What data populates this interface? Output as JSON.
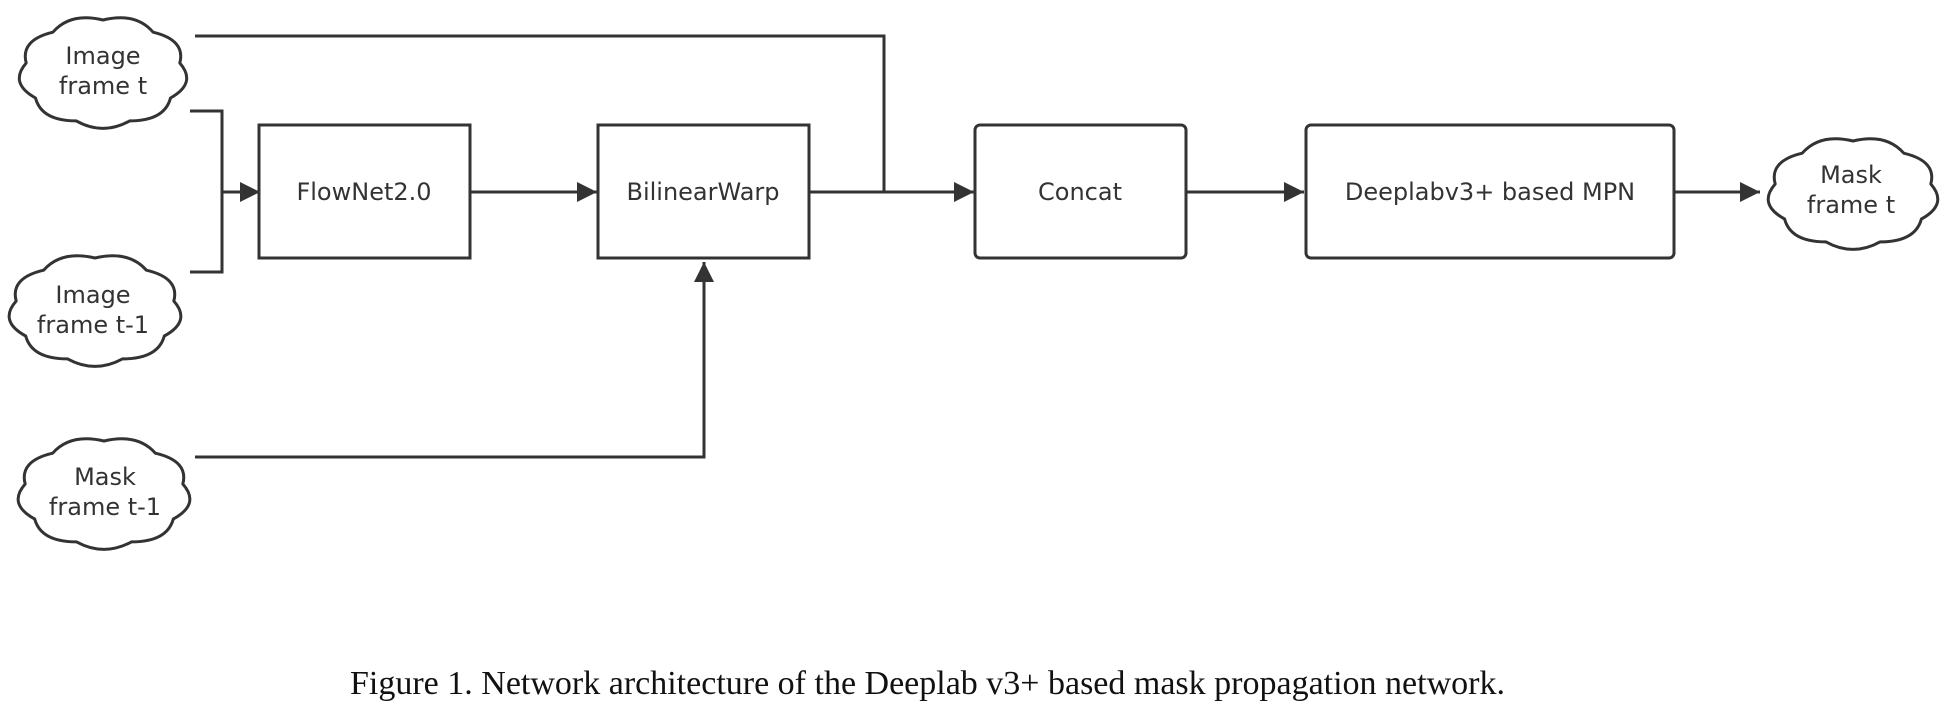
{
  "nodes": {
    "image_t": [
      "Image",
      "frame t"
    ],
    "image_t1": [
      "Image",
      "frame t-1"
    ],
    "mask_t1": [
      "Mask",
      "frame t-1"
    ],
    "flownet": "FlowNet2.0",
    "warp": "BilinearWarp",
    "concat": "Concat",
    "mpn": "Deeplabv3+ based MPN",
    "mask_t": [
      "Mask",
      "frame t"
    ]
  },
  "caption": "Figure 1. Network architecture of the Deeplab v3+ based mask propagation network.",
  "colors": {
    "stroke": "#333333",
    "text": "#333333",
    "background": "#ffffff"
  }
}
